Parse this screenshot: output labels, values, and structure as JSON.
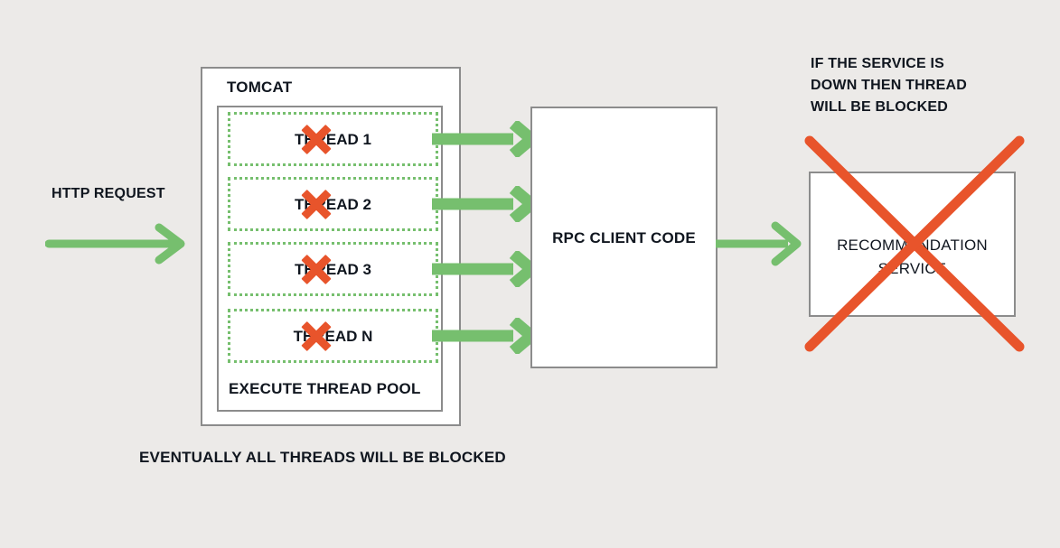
{
  "meta": {
    "background_color": "#ECEAE8",
    "box_border_color": "#8C8C8C",
    "box_fill_color": "#FFFFFF",
    "arrow_color": "#76BF6E",
    "x_mark_color": "#E8542B",
    "text_color": "#10161F"
  },
  "left": {
    "http_request_label": "HTTP REQUEST"
  },
  "tomcat": {
    "title": "TOMCAT",
    "thread_pool_title": "EXECUTE THREAD POOL",
    "threads": [
      {
        "label": "THREAD 1",
        "blocked": true
      },
      {
        "label": "THREAD 2",
        "blocked": true
      },
      {
        "label": "THREAD 3",
        "blocked": true
      },
      {
        "label": "THREAD N",
        "blocked": true
      }
    ]
  },
  "rpc": {
    "title": "RPC CLIENT CODE"
  },
  "service": {
    "title": "RECOMMANDATION SERVICE",
    "title_line_1": "RECOMMANDATION",
    "title_line_2": "SERVICE",
    "down": true
  },
  "captions": {
    "bottom": "EVENTUALLY ALL THREADS WILL BE BLOCKED",
    "service_down_line_1": "IF THE SERVICE IS",
    "service_down_line_2": "DOWN THEN THREAD",
    "service_down_line_3": "WILL BE BLOCKED"
  }
}
